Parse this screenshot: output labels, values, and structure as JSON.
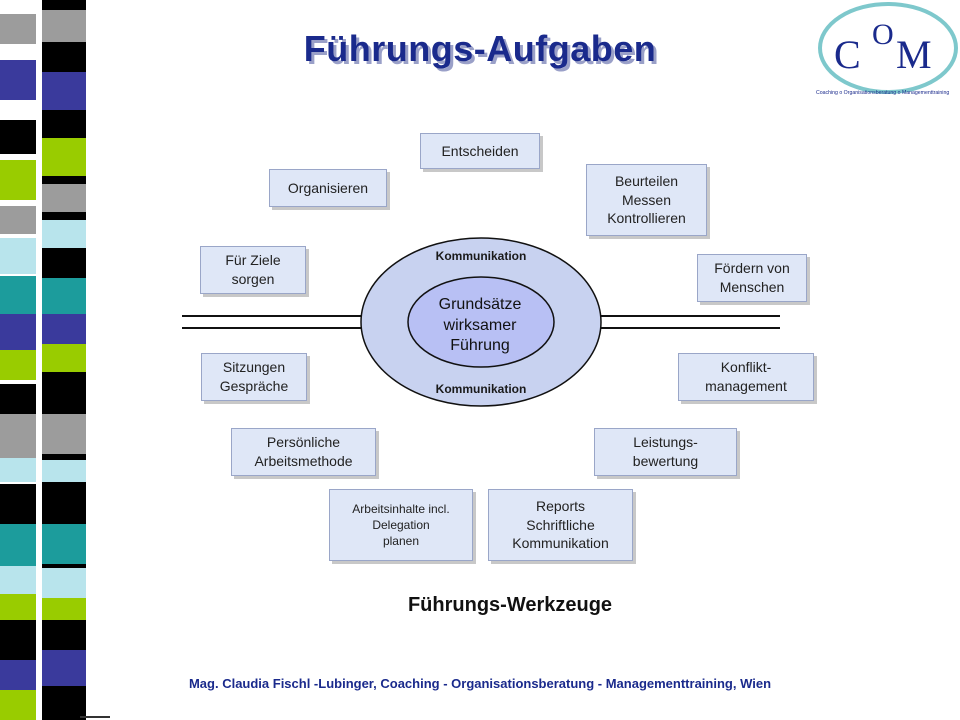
{
  "title": "Führungs-Aufgaben",
  "logo": {
    "letters": [
      "C",
      "O",
      "M"
    ],
    "tagline": "Coaching o Organisationsberatung o Managementtraining"
  },
  "center": {
    "lines": [
      "Grundsätze",
      "wirksamer",
      "Führung"
    ]
  },
  "ring_label_top": "Kommunikation",
  "ring_label_bottom": "Kommunikation",
  "tasks": {
    "entscheiden": [
      "Entscheiden"
    ],
    "organisieren": [
      "Organisieren"
    ],
    "beurteilen": [
      "Beurteilen",
      "Messen",
      "Kontrollieren"
    ],
    "ziele": [
      "Für Ziele",
      "sorgen"
    ],
    "foerdern": [
      "Fördern von",
      "Menschen"
    ],
    "sitzungen": [
      "Sitzungen",
      "Gespräche"
    ],
    "konflikt": [
      "Konflikt-",
      "management"
    ],
    "persoenliche": [
      "Persönliche",
      "Arbeitsmethode"
    ],
    "leistung": [
      "Leistungs-",
      "bewertung"
    ],
    "arbeitsinhalte": [
      "Arbeitsinhalte incl.",
      "Delegation",
      "planen"
    ],
    "reports": [
      "Reports",
      "Schriftliche",
      "Kommunikation"
    ]
  },
  "subtitle": "Führungs-Werkzeuge",
  "footer": "Mag. Claudia Fischl -Lubinger, Coaching - Organisationsberatung - Managementtraining, Wien",
  "colors": {
    "title": "#1a2a8c",
    "box_fill": "#dfe7f7",
    "outer_ellipse": "#c8d2f0",
    "inner_ellipse": "#b8c0f4",
    "footer": "#1a2a8c"
  }
}
